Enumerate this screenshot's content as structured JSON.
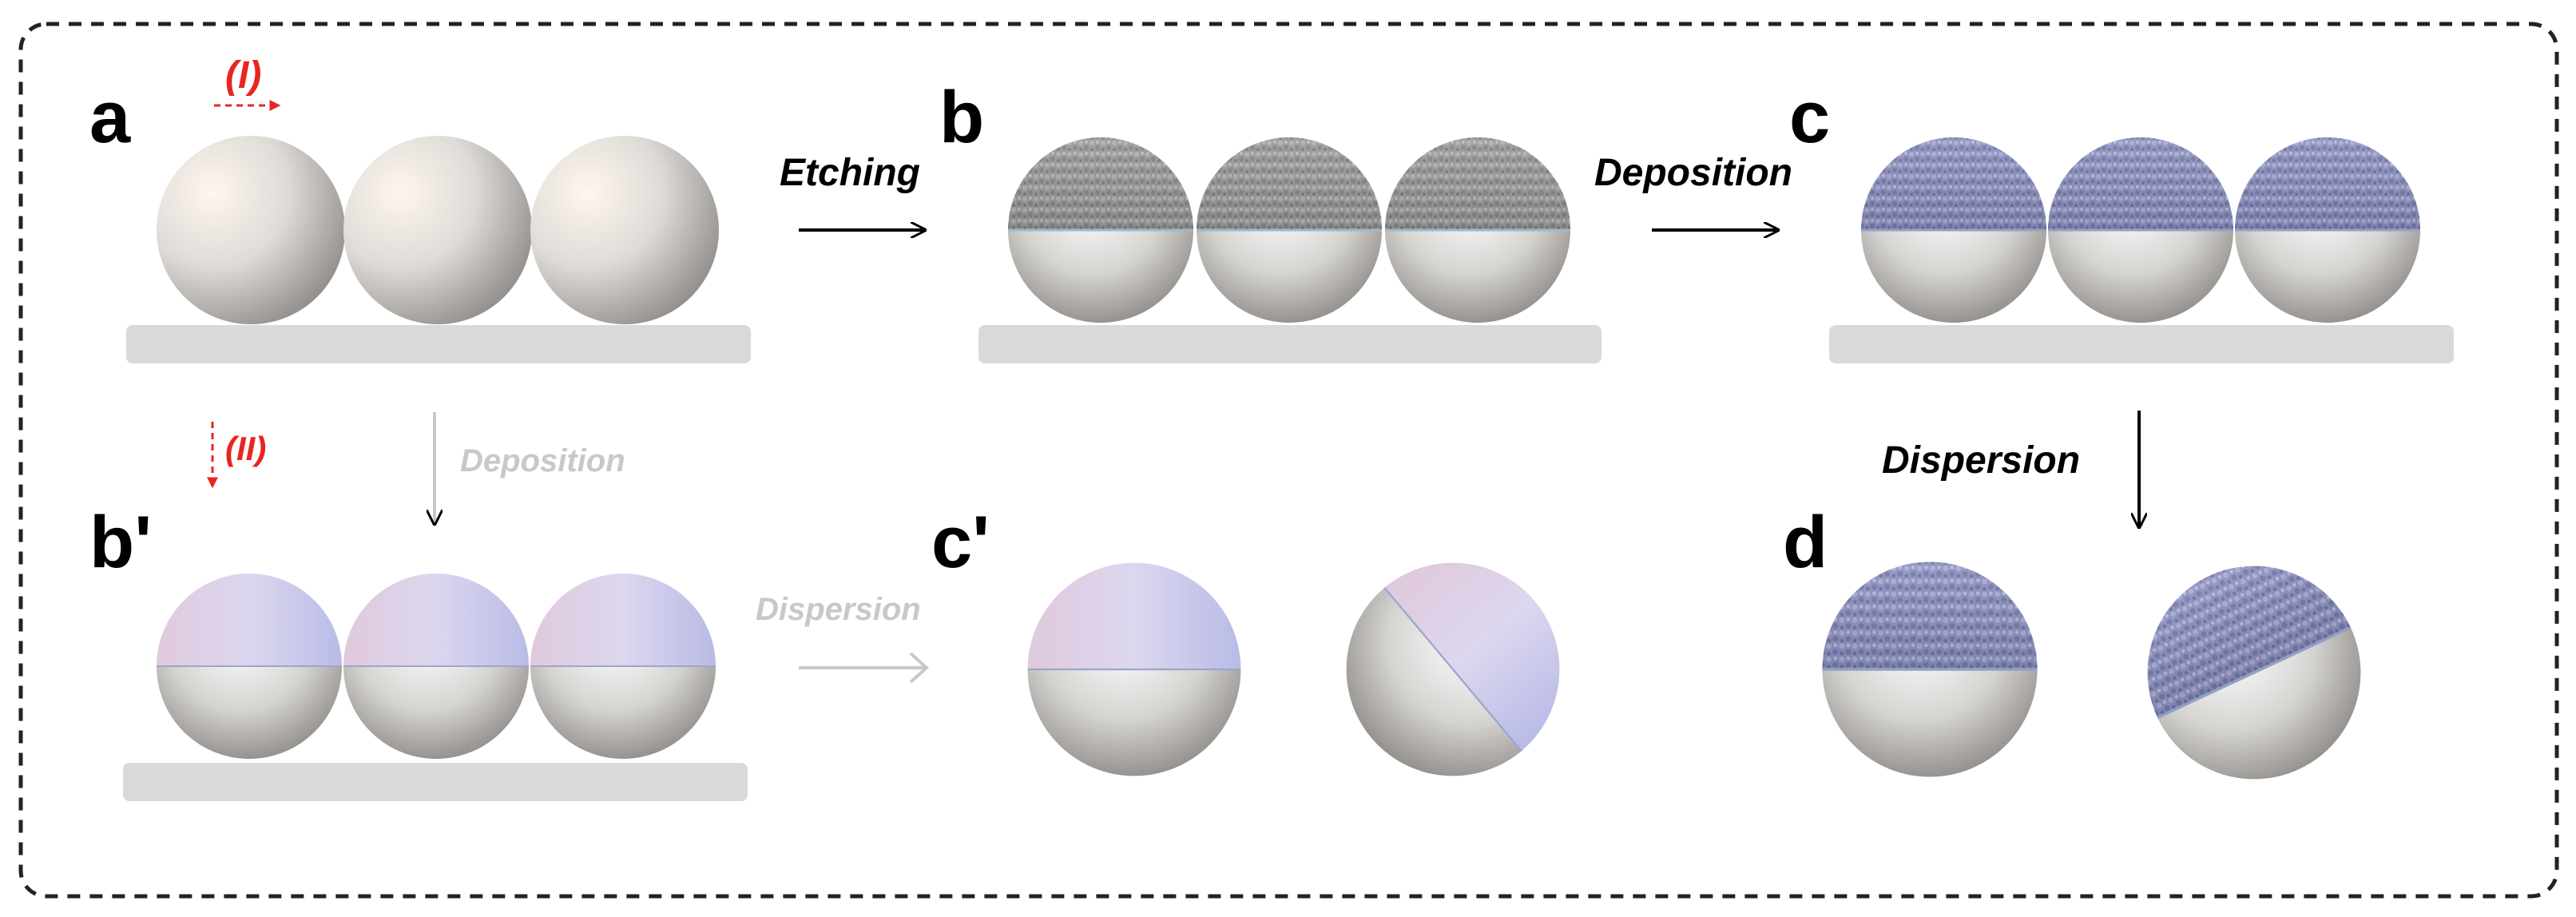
{
  "panels": {
    "a": "a",
    "b": "b",
    "c": "c",
    "b_prime": "b'",
    "c_prime": "c'",
    "d": "d"
  },
  "steps": {
    "etching": "Etching",
    "deposition_top": "Deposition",
    "dispersion_right": "Dispersion",
    "deposition_faded": "Deposition",
    "dispersion_faded": "Dispersion"
  },
  "routes": {
    "route_one": "(I)",
    "route_two": "(II)"
  },
  "colors": {
    "arrow": "#000000",
    "faded": "#c8c8c8",
    "route": "#e8251f",
    "substrate": "#d9d9d9",
    "coating": "#7f84b8",
    "frame": "#222222"
  }
}
